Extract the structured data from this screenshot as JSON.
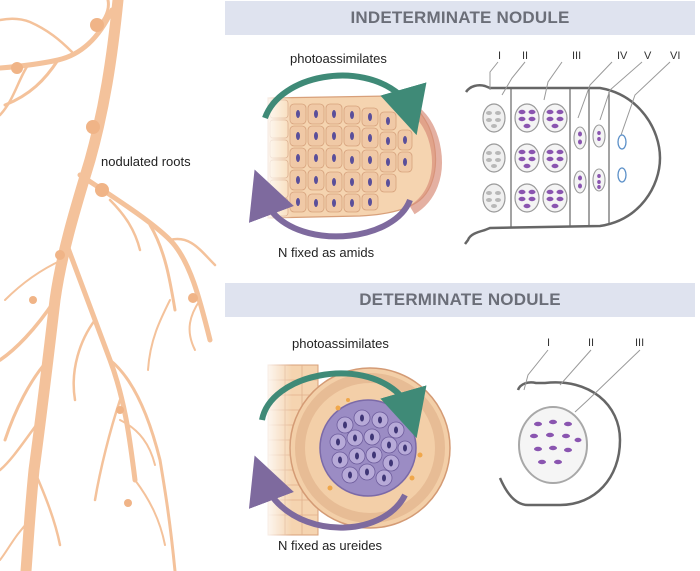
{
  "roots": {
    "label": "nodulated roots"
  },
  "indeterminate": {
    "title": "INDETERMINATE NODULE",
    "top_label": "photoassimilates",
    "bottom_label": "N fixed as amids",
    "zones": [
      "I",
      "II",
      "III",
      "IV",
      "V",
      "VI"
    ]
  },
  "determinate": {
    "title": "DETERMINATE NODULE",
    "top_label": "photoassimilates",
    "bottom_label": "N fixed as ureides",
    "zones": [
      "I",
      "II",
      "III"
    ]
  },
  "colors": {
    "root": "#f4c29b",
    "banner": "#dfe3ef",
    "arrow_green": "#3f8a77",
    "arrow_purple": "#7e6a9e",
    "bacteroid_purple": "#8a55b0",
    "outline": "#666666"
  }
}
